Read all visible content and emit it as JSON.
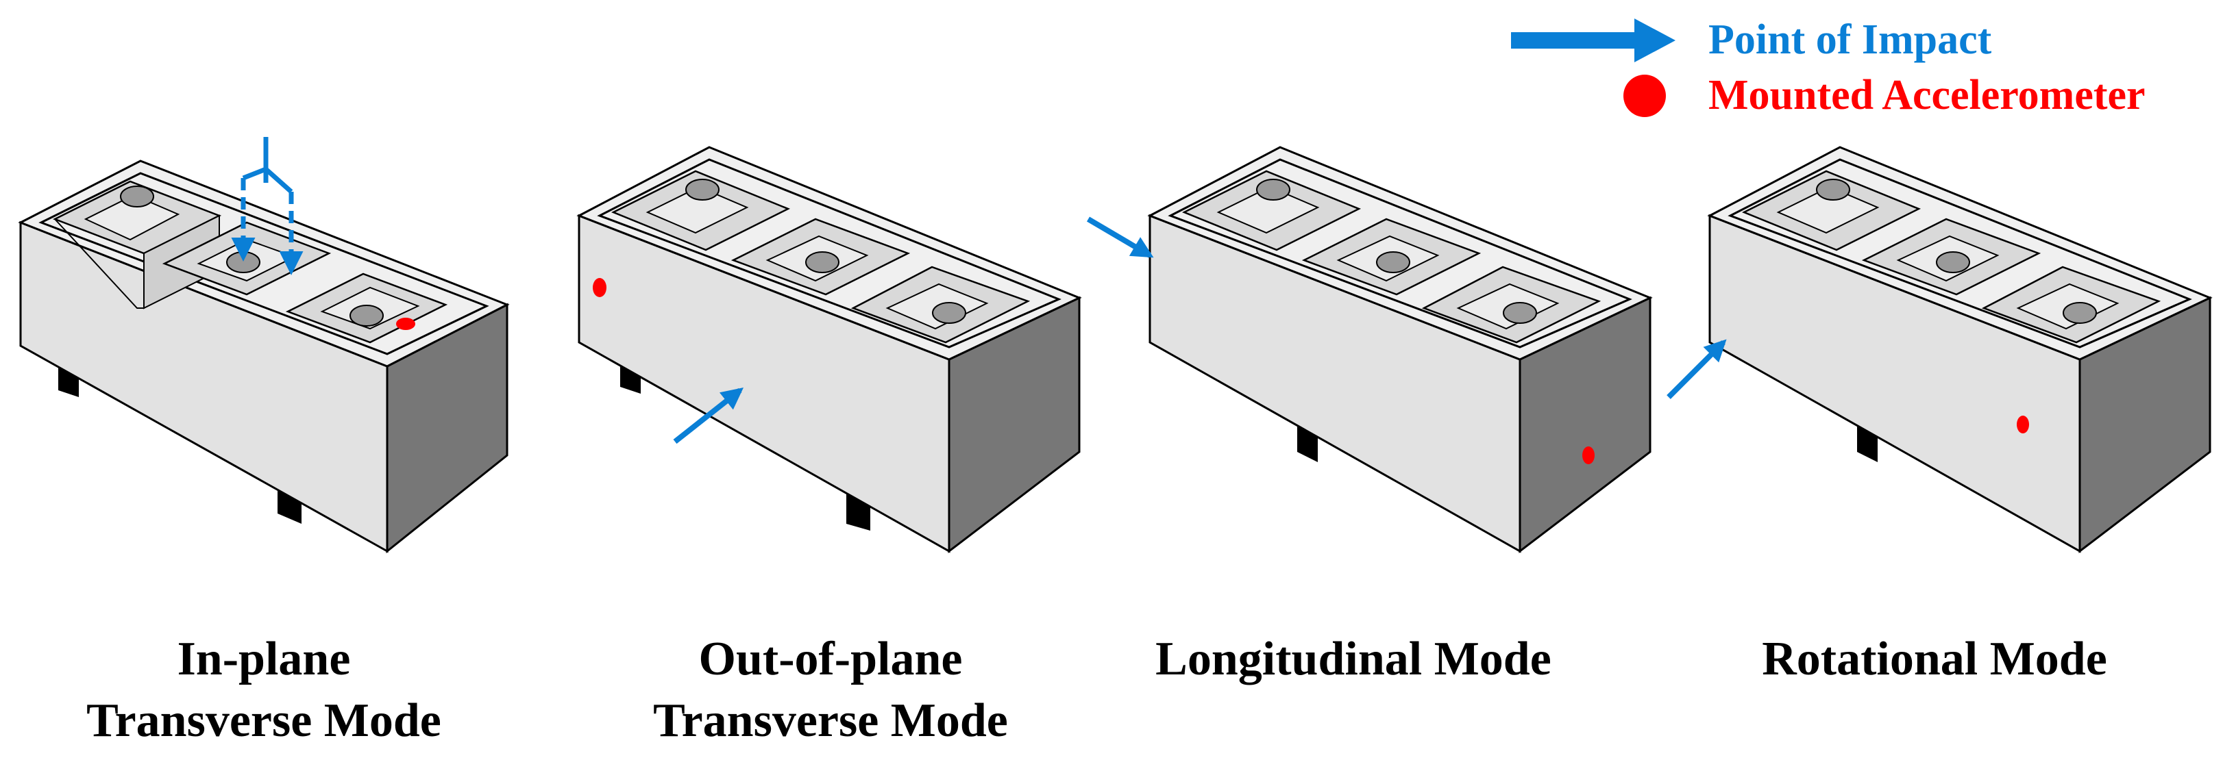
{
  "legend": {
    "impact_label": "Point of Impact",
    "accelerometer_label": "Mounted Accelerometer",
    "impact_icon": "arrow-right-icon",
    "accelerometer_icon": "filled-circle-icon"
  },
  "colors": {
    "impact": "#0a7fd6",
    "accelerometer": "#ff0000",
    "top_face": "#e8e8e8",
    "front_face": "#e0e0e0",
    "end_face": "#7a7a7a",
    "outline": "#000000"
  },
  "panels": [
    {
      "id": "in-plane",
      "caption_lines": [
        "In-plane",
        "Transverse Mode"
      ]
    },
    {
      "id": "out-of-plane",
      "caption_lines": [
        "Out-of-plane",
        "Transverse Mode"
      ]
    },
    {
      "id": "longitudinal",
      "caption_lines": [
        "Longitudinal Mode"
      ]
    },
    {
      "id": "rotational",
      "caption_lines": [
        "Rotational Mode"
      ]
    }
  ]
}
